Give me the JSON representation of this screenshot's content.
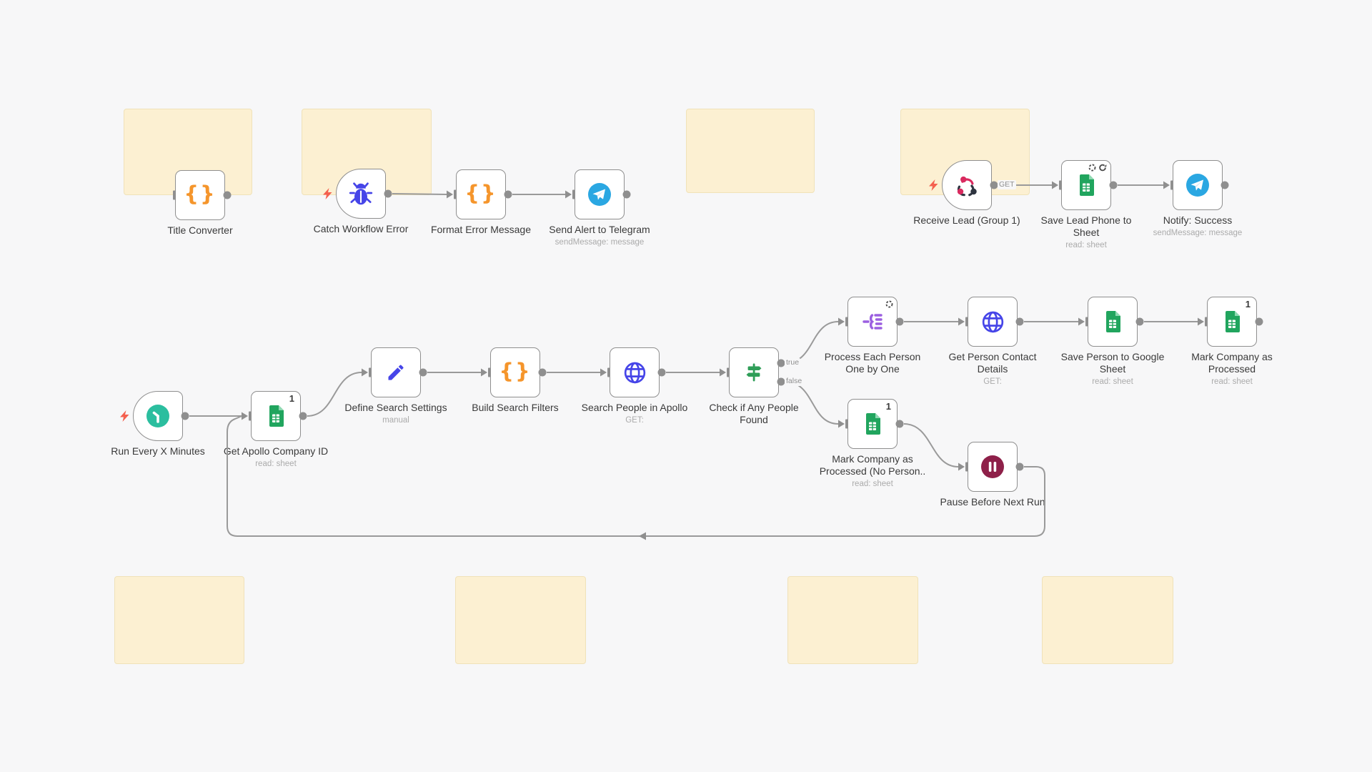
{
  "canvas": {
    "background": "#F7F7F8"
  },
  "colors": {
    "sticky_note": "#FCF0D2",
    "node_border": "#8F8F8F",
    "connection": "#9A9A9A",
    "code_orange": "#F5952B",
    "indigo_icon": "#4645E8",
    "sheets_green": "#21A55E",
    "telegram_blue": "#2AA7E2",
    "clock_teal": "#2BBE9F",
    "if_green": "#2F9E58",
    "batch_purple": "#9B5FE0",
    "wait_maroon": "#8E2049",
    "webhook_pink": "#D92A5F",
    "trigger_bolt_red": "#F4604F"
  },
  "glyphs": {
    "code": "{}"
  },
  "nodes": {
    "title_converter": {
      "name": "Title Converter",
      "icon": "code-braces"
    },
    "catch_workflow_error": {
      "name": "Catch Workflow Error",
      "icon": "bug"
    },
    "format_error_message": {
      "name": "Format Error Message",
      "icon": "code-braces"
    },
    "send_alert_telegram": {
      "name": "Send Alert to Telegram",
      "subtitle": "sendMessage: message",
      "icon": "telegram"
    },
    "receive_lead": {
      "name": "Receive Lead (Group 1)",
      "icon": "webhook",
      "output_label": "GET"
    },
    "save_lead_phone": {
      "name": "Save Lead Phone to Sheet",
      "subtitle": "read: sheet",
      "icon": "google-sheets"
    },
    "notify_success": {
      "name": "Notify: Success",
      "subtitle": "sendMessage: message",
      "icon": "telegram"
    },
    "run_every_x_minutes": {
      "name": "Run Every X Minutes",
      "icon": "clock"
    },
    "get_apollo_company_id": {
      "name": "Get Apollo Company ID",
      "subtitle": "read: sheet",
      "badge": "1",
      "icon": "google-sheets"
    },
    "define_search_settings": {
      "name": "Define Search Settings",
      "subtitle": "manual",
      "icon": "pencil"
    },
    "build_search_filters": {
      "name": "Build Search Filters",
      "icon": "code-braces"
    },
    "search_people_in_apollo": {
      "name": "Search People in Apollo",
      "subtitle": "GET:",
      "icon": "globe"
    },
    "check_if_any_people_found": {
      "name": "Check if Any People Found",
      "icon": "signpost",
      "true_label": "true",
      "false_label": "false"
    },
    "process_each_person": {
      "name": "Process Each Person One by One",
      "icon": "split-batches"
    },
    "get_person_contact_details": {
      "name": "Get Person Contact Details",
      "subtitle": "GET:",
      "icon": "globe"
    },
    "save_person_to_sheet": {
      "name": "Save Person to Google Sheet",
      "subtitle": "read: sheet",
      "icon": "google-sheets"
    },
    "mark_company_processed": {
      "name": "Mark Company as Processed",
      "subtitle": "read: sheet",
      "badge": "1",
      "icon": "google-sheets"
    },
    "mark_company_no_person": {
      "name": "Mark Company as Processed (No Person..",
      "subtitle": "read: sheet",
      "badge": "1",
      "icon": "google-sheets"
    },
    "pause_before_next_run": {
      "name": "Pause Before Next Run",
      "icon": "pause"
    }
  }
}
